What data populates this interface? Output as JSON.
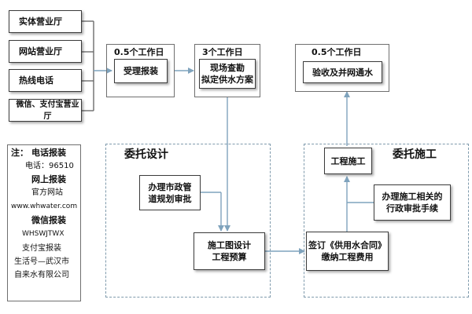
{
  "left_channels": [
    "实体营业厅",
    "网站营业厅",
    "热线电话",
    "微信、支付宝营业厅"
  ],
  "steps": {
    "accept": {
      "time": "0.5个工作日",
      "label": "受理报装"
    },
    "survey": {
      "time": "3个工作日",
      "line1": "现场查勘",
      "line2": "拟定供水方案"
    },
    "acceptance": {
      "time": "0.5个工作日",
      "label": "验收及并网通水"
    }
  },
  "zones": {
    "design": {
      "title": "委托设计",
      "municipal": {
        "line1": "办理市政管",
        "line2": "道规划审批"
      },
      "drawing": {
        "line1": "施工图设计",
        "line2": "工程预算"
      }
    },
    "construction": {
      "title": "委托施工",
      "build": "工程施工",
      "permits": {
        "line1": "办理施工相关的",
        "line2": "行政审批手续"
      },
      "contract": {
        "line1": "签订《供用水合同》",
        "line2": "缴纳工程费用"
      }
    }
  },
  "notes": {
    "prefix": "注：",
    "phone_title": "电话报装",
    "phone_value": "电话：96510",
    "web_title": "网上报装",
    "web_line1": "官方网站",
    "web_line2": "www.whwater.com",
    "wechat_title": "微信报装",
    "wechat_value": "WHSWJTWX",
    "alipay_line1": "支付宝报装",
    "alipay_line2": "生活号—武汉市",
    "alipay_line3": "自来水有限公司"
  }
}
